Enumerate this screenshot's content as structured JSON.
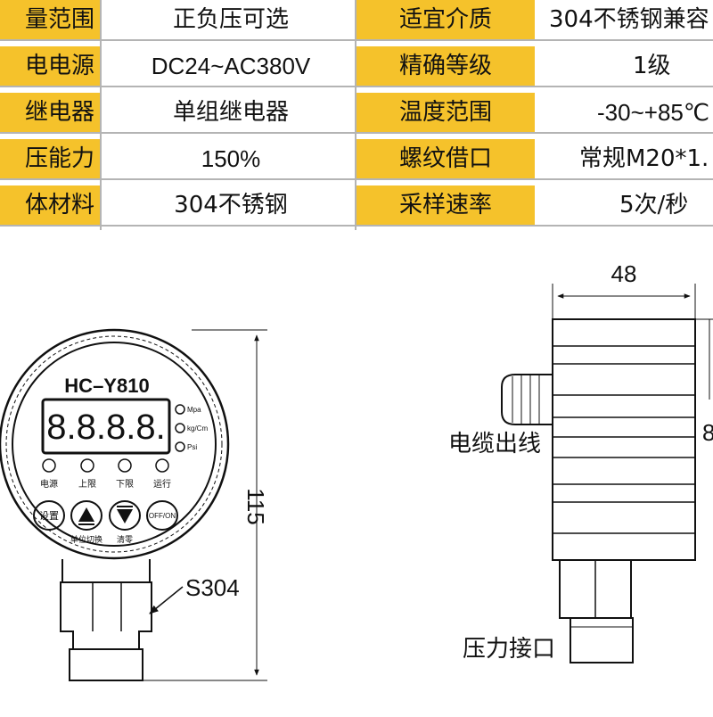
{
  "spec_table": {
    "rows": [
      {
        "label_left": "量范围",
        "value_left": "正负压可选",
        "label_right": "适宜介质",
        "value_right": "304不锈钢兼容"
      },
      {
        "label_left": "电电源",
        "value_left": "DC24~AC380V",
        "label_right": "精确等级",
        "value_right": "1级"
      },
      {
        "label_left": "继电器",
        "value_left": "单组继电器",
        "label_right": "温度范围",
        "value_right": "-30~+85℃"
      },
      {
        "label_left": "压能力",
        "value_left": "150%",
        "label_right": "螺纹借口",
        "value_right": "常规M20*1."
      },
      {
        "label_left": "体材料",
        "value_left": "304不锈钢",
        "label_right": "采样速率",
        "value_right": "5次/秒"
      }
    ]
  },
  "front_view": {
    "model": "HC–Y810",
    "display": "8.8.8.8.",
    "units": [
      "Mpa",
      "kg/Cm",
      "Psi"
    ],
    "indicators": [
      "电源",
      "上限",
      "下限",
      "运行"
    ],
    "buttons": [
      "设置",
      "OFF/ON"
    ],
    "button_captions": [
      "单位切换",
      "清零"
    ],
    "height_dimension": "115",
    "material_callout": "S304"
  },
  "side_view": {
    "width_dimension": "48",
    "partial_dimension": "8",
    "cable_label": "电缆出线",
    "port_label": "压力接口"
  },
  "colors": {
    "label_bg": "#f5c22b",
    "grid": "#b4b4b4",
    "ink": "#111111"
  }
}
